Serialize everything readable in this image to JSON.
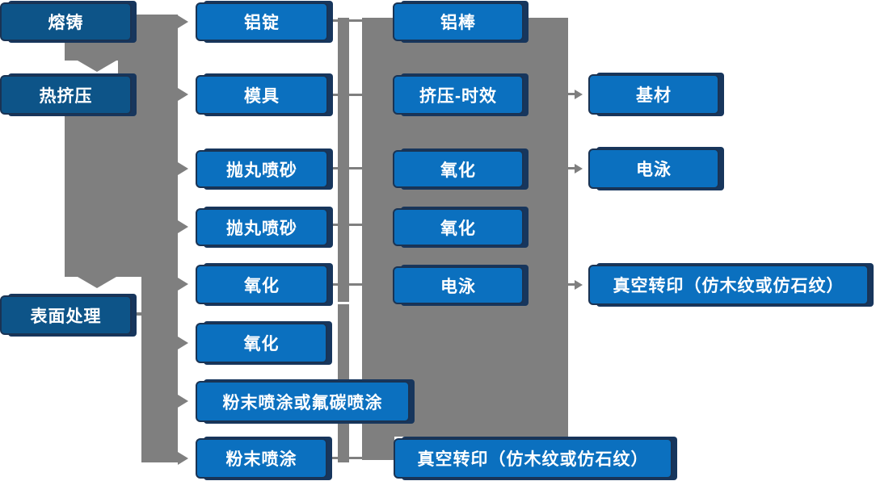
{
  "diagram": {
    "type": "process-flow",
    "language": "zh-CN",
    "colors": {
      "stage_box_fill": "#0d5488",
      "process_box_fill": "#0b70bf",
      "box_border": "#17365d",
      "connector_gray": "#7f7f7f",
      "text": "#ffffff",
      "background": "#ffffff"
    },
    "nodes": [
      {
        "id": "melting-casting",
        "label": "熔铸",
        "variant": "stage"
      },
      {
        "id": "hot-extrusion",
        "label": "热挤压",
        "variant": "stage"
      },
      {
        "id": "surface-treatment",
        "label": "表面处理",
        "variant": "stage"
      },
      {
        "id": "aluminum-ingot",
        "label": "铝锭",
        "variant": "process"
      },
      {
        "id": "mold",
        "label": "模具",
        "variant": "process"
      },
      {
        "id": "shot-blasting-1",
        "label": "抛丸喷砂",
        "variant": "process"
      },
      {
        "id": "shot-blasting-2",
        "label": "抛丸喷砂",
        "variant": "process"
      },
      {
        "id": "oxidation-1",
        "label": "氧化",
        "variant": "process"
      },
      {
        "id": "oxidation-2",
        "label": "氧化",
        "variant": "process"
      },
      {
        "id": "powder-or-fluorocarbon",
        "label": "粉末喷涂或氟碳喷涂",
        "variant": "process"
      },
      {
        "id": "powder-coating",
        "label": "粉末喷涂",
        "variant": "process"
      },
      {
        "id": "aluminum-rod",
        "label": "铝棒",
        "variant": "process"
      },
      {
        "id": "extrusion-aging",
        "label": "挤压-时效",
        "variant": "process"
      },
      {
        "id": "oxidation-3",
        "label": "氧化",
        "variant": "process"
      },
      {
        "id": "oxidation-4",
        "label": "氧化",
        "variant": "process"
      },
      {
        "id": "electrophoresis-1",
        "label": "电泳",
        "variant": "process"
      },
      {
        "id": "vacuum-transfer-print-1",
        "label": "真空转印（仿木纹或仿石纹）",
        "variant": "process"
      },
      {
        "id": "base-material",
        "label": "基材",
        "variant": "process"
      },
      {
        "id": "electrophoresis-2",
        "label": "电泳",
        "variant": "process"
      },
      {
        "id": "vacuum-transfer-print-2",
        "label": "真空转印（仿木纹或仿石纹）",
        "variant": "process"
      }
    ],
    "edges": [
      {
        "from": "熔铸",
        "to": "热挤压"
      },
      {
        "from": "热挤压",
        "to": "表面处理"
      },
      {
        "from": "熔铸/热挤压",
        "to": "铝锭"
      },
      {
        "from": "熔铸/热挤压",
        "to": "模具"
      },
      {
        "from": "熔铸/热挤压",
        "to": "抛丸喷砂"
      },
      {
        "from": "表面处理",
        "to": "氧化"
      },
      {
        "from": "表面处理",
        "to": "粉末喷涂或氟碳喷涂"
      },
      {
        "from": "表面处理",
        "to": "粉末喷涂"
      },
      {
        "from": "挤压-时效",
        "to": "基材"
      },
      {
        "from": "氧化",
        "to": "电泳"
      },
      {
        "from": "电泳",
        "to": "真空转印（仿木纹或仿石纹）"
      },
      {
        "from": "粉末喷涂",
        "to": "真空转印（仿木纹或仿石纹）"
      }
    ]
  }
}
